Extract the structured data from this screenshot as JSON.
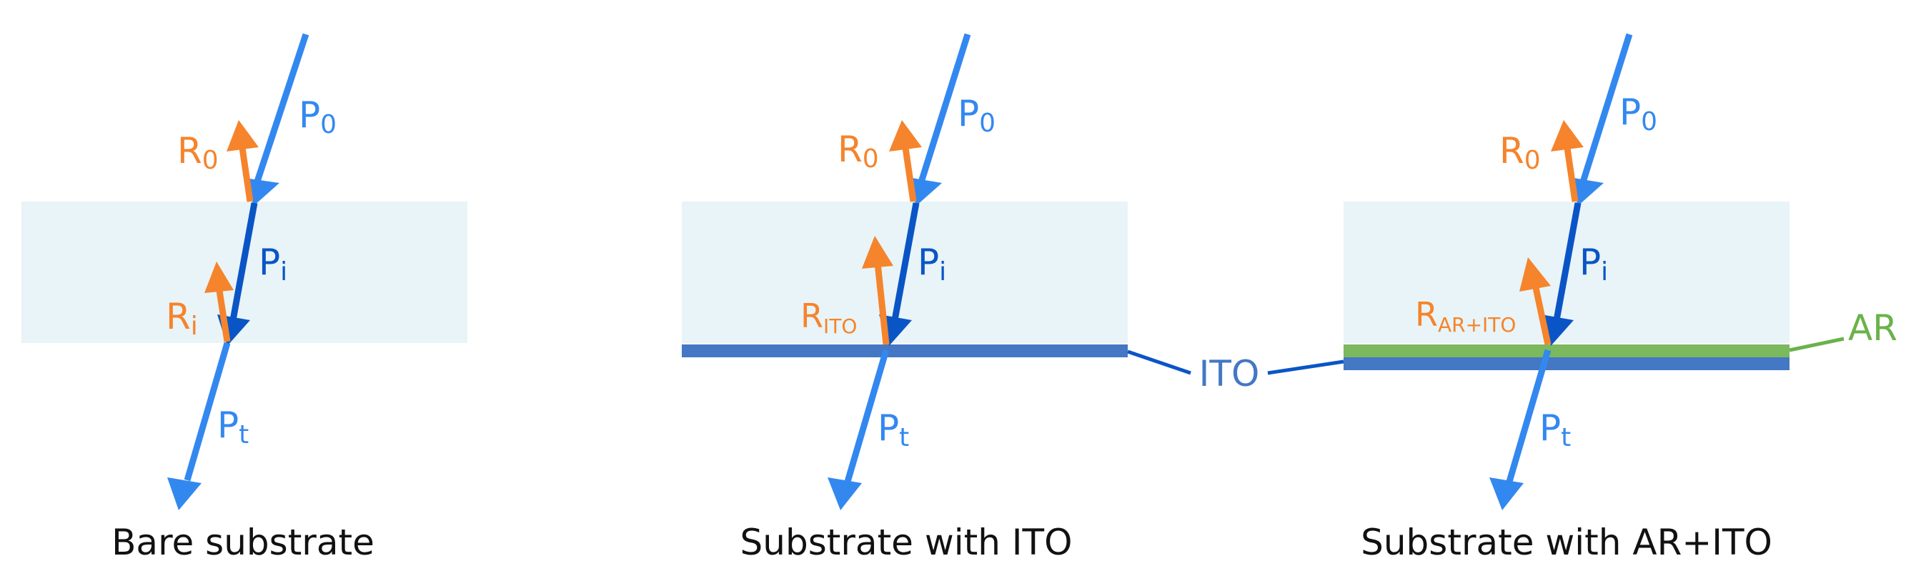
{
  "colors": {
    "substrate": "#e8f4f7",
    "incident": "#3388f0",
    "internal": "#0a55c6",
    "reflected": "#f5842c",
    "ito_layer": "#4477c4",
    "ar_layer": "#7cb85e",
    "ito_text": "#4477c4",
    "ar_text": "#6ab24a",
    "caption": "#111111"
  },
  "panels": [
    {
      "caption": "Bare substrate",
      "labels": {
        "p0_main": "P",
        "p0_sub": "0",
        "r0_main": "R",
        "r0_sub": "0",
        "pi_main": "P",
        "pi_sub": "i",
        "ri_main": "R",
        "ri_sub": "i",
        "pt_main": "P",
        "pt_sub": "t"
      }
    },
    {
      "caption": "Substrate with ITO",
      "labels": {
        "p0_main": "P",
        "p0_sub": "0",
        "r0_main": "R",
        "r0_sub": "0",
        "pi_main": "P",
        "pi_sub": "i",
        "ri_main": "R",
        "ri_sub": "ITO",
        "pt_main": "P",
        "pt_sub": "t"
      }
    },
    {
      "caption": "Substrate with AR+ITO",
      "labels": {
        "p0_main": "P",
        "p0_sub": "0",
        "r0_main": "R",
        "r0_sub": "0",
        "pi_main": "P",
        "pi_sub": "i",
        "ri_main": "R",
        "ri_sub": "AR+ITO",
        "pt_main": "P",
        "pt_sub": "t"
      }
    }
  ],
  "callouts": {
    "ito": "ITO",
    "ar": "AR"
  }
}
